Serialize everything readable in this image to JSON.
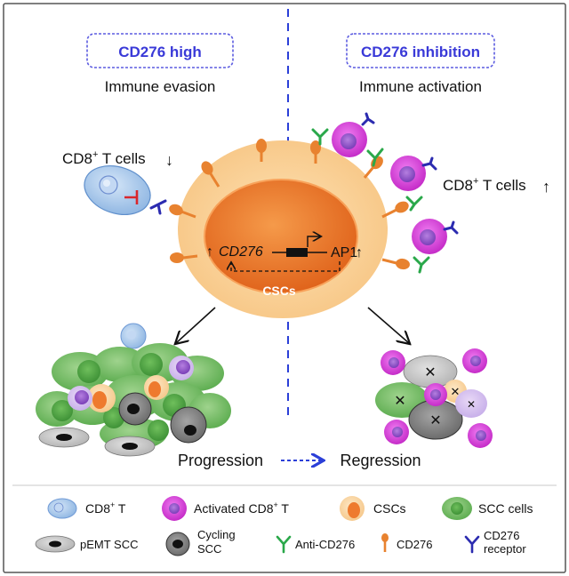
{
  "left_panel": {
    "title": "CD276 high",
    "subtitle": "Immune evasion",
    "cell_label_main": "CD8",
    "cell_label_sup": "+",
    "cell_label_tail": " T cells",
    "trend_symbol": "↓"
  },
  "right_panel": {
    "title": "CD276 inhibition",
    "subtitle": "Immune activation",
    "cell_label_main": "CD8",
    "cell_label_sup": "+",
    "cell_label_tail": " T cells",
    "trend_symbol": "↑"
  },
  "center_cell": {
    "gene_label": "CD276",
    "factor_label": "AP1",
    "cell_label": "CSCs",
    "up_symbol": "↑"
  },
  "outcomes": {
    "left": "Progression",
    "right": "Regression"
  },
  "legend": {
    "row1": [
      {
        "label_main": "CD8",
        "label_sup": "+",
        "label_tail": " T"
      },
      {
        "label_main": "Activated CD8",
        "label_sup": "+",
        "label_tail": " T"
      },
      {
        "label_main": "CSCs",
        "label_sup": "",
        "label_tail": ""
      },
      {
        "label_main": "SCC cells",
        "label_sup": "",
        "label_tail": ""
      }
    ],
    "row2": [
      {
        "label": "pEMT SCC"
      },
      {
        "line1": "Cycling",
        "line2": "SCC"
      },
      {
        "label": "Anti-CD276"
      },
      {
        "label": "CD276"
      },
      {
        "line1": "CD276",
        "line2": "receptor"
      }
    ]
  },
  "colors": {
    "title_blue": "#3a3ad8",
    "divider_blue": "#2b3fd8",
    "csc_core": "#ee7a2e",
    "csc_halo": "#fcd9a2",
    "cd276_orange": "#e8822f",
    "anti_green": "#2aa84a",
    "receptor_blue": "#2b2bb0",
    "inhibit_red": "#d9262c",
    "activated_magenta": "#d63ad8",
    "scc_green": "#7bbf6a",
    "tcell_blue": "#a9c9ee"
  }
}
